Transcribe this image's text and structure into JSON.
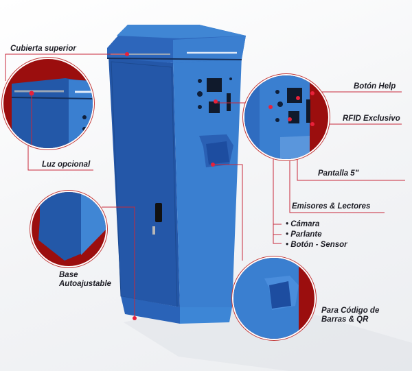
{
  "diagram": {
    "subject": "Blue parking kiosk / totem with callouts",
    "colors": {
      "kiosk_blue": "#2f6fc4",
      "kiosk_blue_dark": "#1f4f9a",
      "callout_red": "#9b0e0e",
      "leader_line": "#c8283a",
      "text": "#1c1c24"
    },
    "callouts": {
      "cubierta": "Cubierta superior",
      "luz": "Luz opcional",
      "base_line1": "Base",
      "base_line2": "Autoajustable",
      "boton_help": "Botón Help",
      "rfid": "RFID Exclusivo",
      "pantalla": "Pantalla 5”",
      "emisores": "Emisores & Lectores",
      "camara": "• Cámara",
      "parlante": "• Parlante",
      "boton_sensor": "• Botón - Sensor",
      "codigo_line1": "Para Código de",
      "codigo_line2": "Barras & QR"
    }
  }
}
